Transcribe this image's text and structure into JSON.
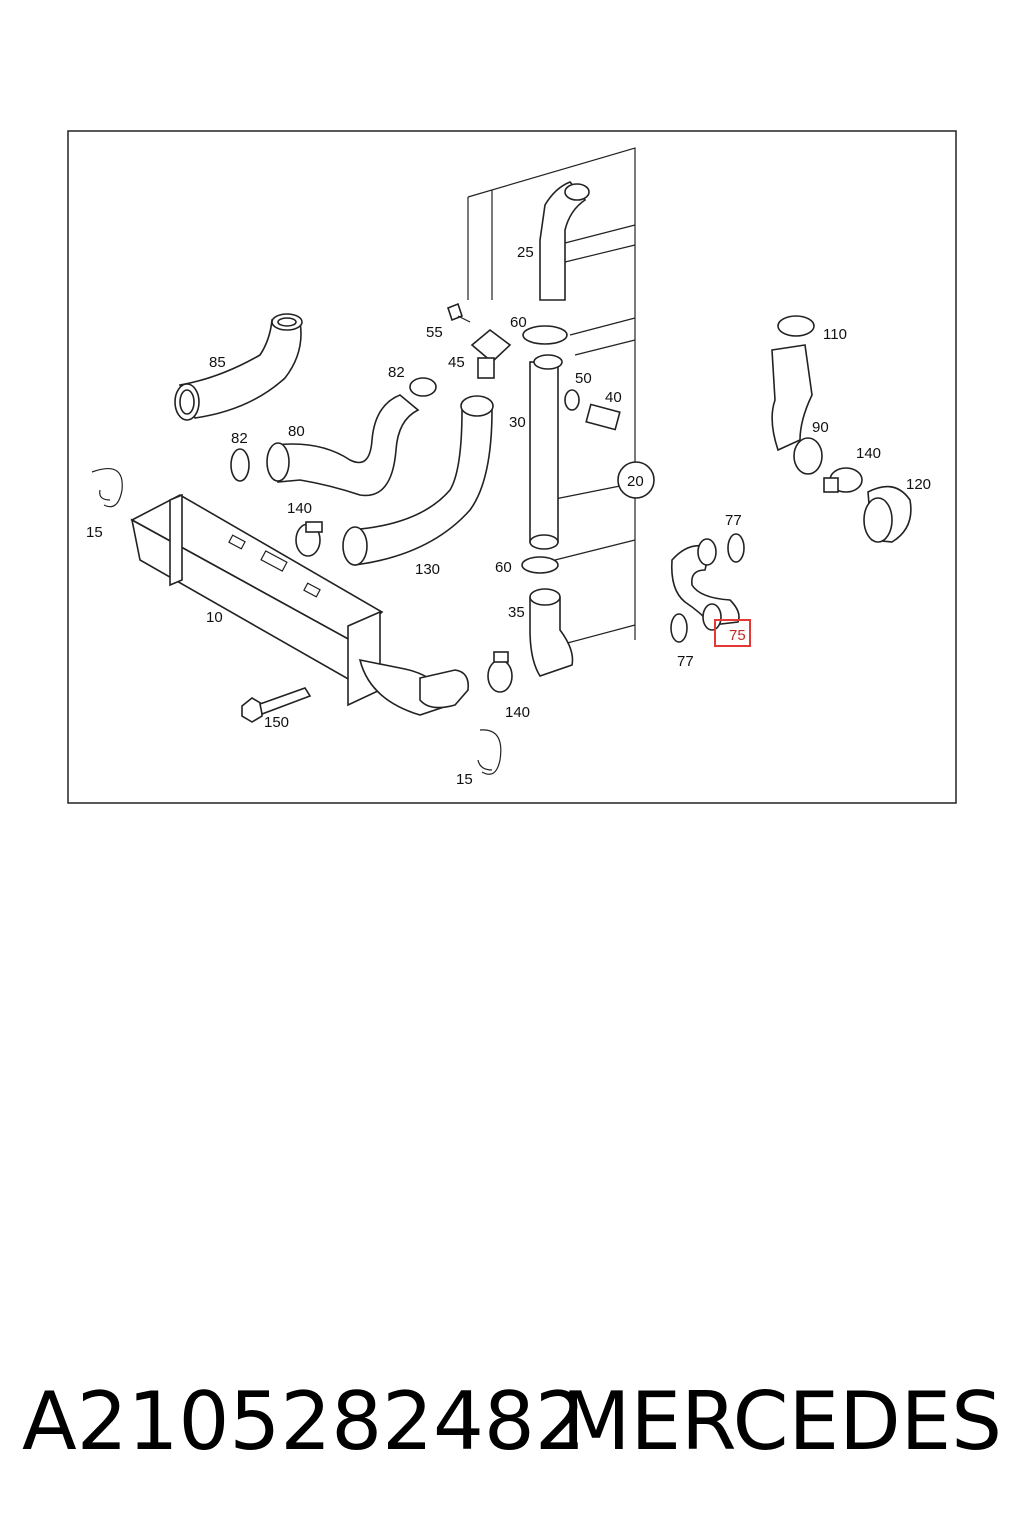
{
  "diagram": {
    "callouts": [
      "10",
      "15",
      "15",
      "20",
      "25",
      "30",
      "35",
      "40",
      "45",
      "50",
      "55",
      "60",
      "60",
      "75",
      "77",
      "77",
      "80",
      "82",
      "82",
      "85",
      "90",
      "110",
      "120",
      "130",
      "140",
      "140",
      "140",
      "150"
    ],
    "highlighted_callout": "75",
    "highlight_color": "#e53935"
  },
  "caption": {
    "part_number": "A2105282482",
    "brand": "MERCEDES"
  }
}
